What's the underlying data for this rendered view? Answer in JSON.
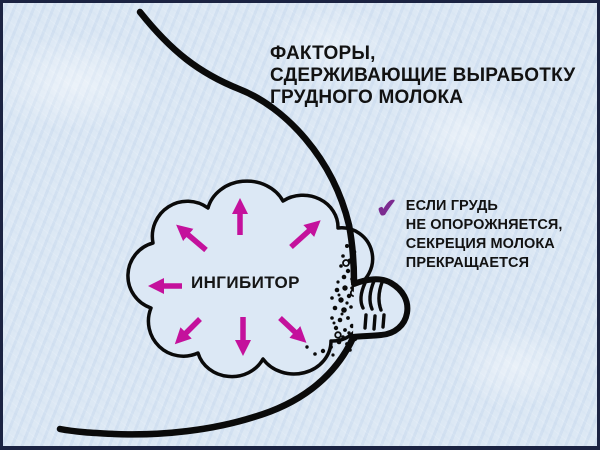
{
  "slide": {
    "title_lines": [
      "ФАКТОРЫ,",
      "СДЕРЖИВАЮЩИЕ ВЫРАБОТКУ",
      "ГРУДНОГО МОЛОКА"
    ]
  },
  "bullet": {
    "check_glyph": "✔",
    "lines": [
      "ЕСЛИ ГРУДЬ",
      "НЕ ОПОРОЖНЯЕТСЯ,",
      "СЕКРЕЦИЯ МОЛОКА",
      "ПРЕКРАЩАЕТСЯ"
    ]
  },
  "diagram": {
    "inhibitor_label": "ИНГИБИТОР",
    "arrow_directions": [
      "up",
      "upper-left",
      "upper-right",
      "left",
      "lower-left",
      "down",
      "lower-right"
    ],
    "parts": [
      "breast-outline",
      "inhibitor-cloud",
      "milk-droplet-dots",
      "nipple"
    ]
  },
  "colors": {
    "background": "#d8e5f3",
    "border": "#1b2342",
    "ink": "#0a0a0a",
    "arrow_magenta": "#c4119c",
    "check_purple": "#7c2b90"
  }
}
